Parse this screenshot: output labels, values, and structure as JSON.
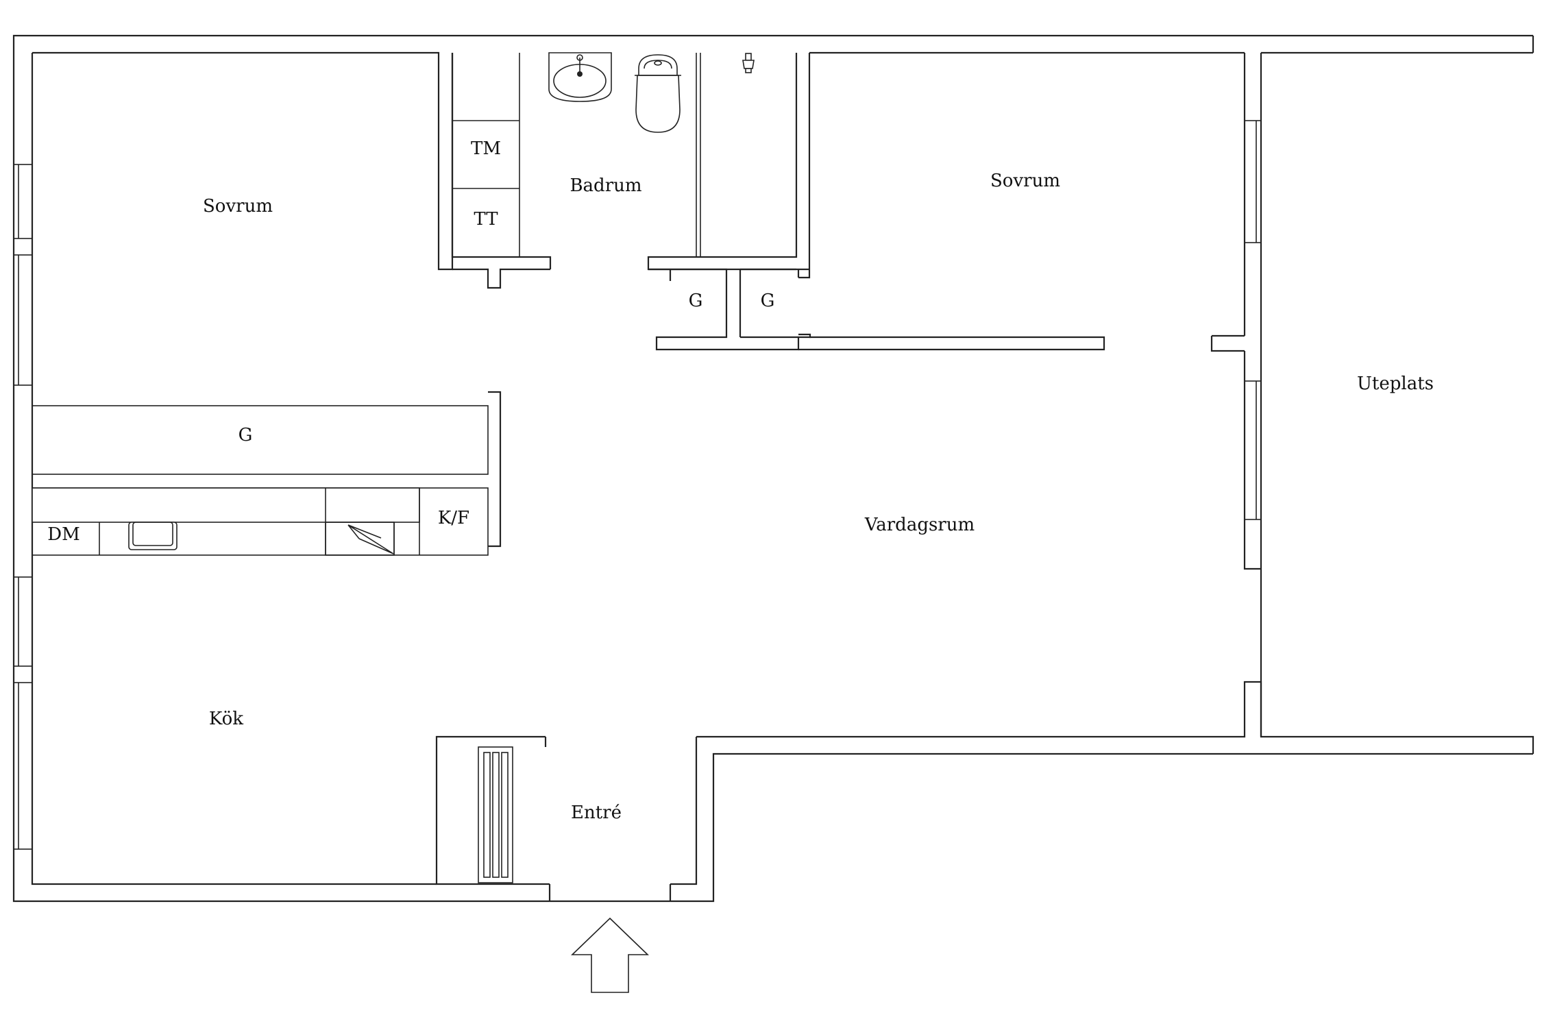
{
  "rooms": {
    "bedroom_left": "Sovrum",
    "bedroom_right": "Sovrum",
    "bathroom": "Badrum",
    "living_room": "Vardagsrum",
    "kitchen": "Kök",
    "hall": "Entré",
    "patio": "Uteplats"
  },
  "fixtures": {
    "washing_machine": "TM",
    "tumble_dryer": "TT",
    "wardrobe_hall_1": "G",
    "wardrobe_hall_2": "G",
    "wardrobe_kitchen": "G",
    "dishwasher": "DM",
    "fridge_freezer": "K/F"
  }
}
